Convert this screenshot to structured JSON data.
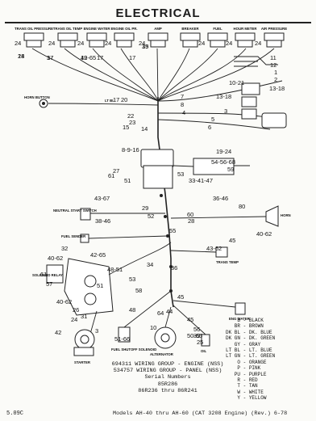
{
  "title": "ELECTRICAL",
  "gauges": [
    {
      "label": "TRANS OIL PRESSURE",
      "num": "24"
    },
    {
      "label": "TRANS OIL TEMP",
      "num": "24"
    },
    {
      "label": "ENGINE WATER",
      "num": "24"
    },
    {
      "label": "ENGINE OIL PR.",
      "num": "24"
    },
    {
      "label": "AMP",
      "num": "24"
    },
    {
      "label": "BREAKER",
      "num": ""
    },
    {
      "label": "FUEL",
      "num": "24"
    },
    {
      "label": "HOUR METER",
      "num": "24"
    },
    {
      "label": "AIR PRESSURE",
      "num": "24"
    }
  ],
  "component_labels": {
    "horn_button": "HORN BUTTON",
    "lt_bl": "LT BL",
    "neutral_start_switch": "NEUTRAL START SWITCH",
    "fuel_sender": "FUEL SENDER",
    "solenoid_relay": "SOLENOID RELAY",
    "horn": "HORN",
    "trans_temp": "TRANS TEMP",
    "eng_water": "ENG WATER",
    "starter": "STARTER",
    "fuel_shutoff_solenoid": "FUEL SHUTOFF SOLENOID",
    "alternator": "ALTERNATOR",
    "oil": "OIL"
  },
  "callouts": [
    "24",
    "17",
    "19",
    "19",
    "17",
    "17",
    "11",
    "12",
    "1",
    "2",
    "13-18",
    "10-21",
    "13-18",
    "3",
    "5",
    "6",
    "7",
    "8",
    "4",
    "22",
    "23",
    "15",
    "14",
    "17",
    "20",
    "8-9-16",
    "19-24",
    "54-56-68",
    "59",
    "27",
    "61",
    "51",
    "53",
    "33-41-47",
    "43-67",
    "38-46",
    "36-46",
    "29",
    "60",
    "52",
    "28",
    "80",
    "55",
    "40-62",
    "32",
    "43-62",
    "42-65",
    "40-62",
    "61",
    "53",
    "57",
    "51",
    "58",
    "48-51",
    "45",
    "34",
    "36",
    "40-62",
    "26",
    "31",
    "44",
    "48",
    "45",
    "56",
    "39",
    "25",
    "64",
    "42",
    "3",
    "24",
    "10",
    "51-66",
    "50-65",
    "45",
    "18",
    "37",
    "42-65",
    "35"
  ],
  "legend": [
    {
      "code": "B",
      "color": "BLACK"
    },
    {
      "code": "BR",
      "color": "BROWN"
    },
    {
      "code": "DK BL",
      "color": "DK. BLUE"
    },
    {
      "code": "DK GN",
      "color": "DK. GREEN"
    },
    {
      "code": "GY",
      "color": "GRAY"
    },
    {
      "code": "LT BL",
      "color": "LT. BLUE"
    },
    {
      "code": "LT GN",
      "color": "LT. GREEN"
    },
    {
      "code": "O",
      "color": "ORANGE"
    },
    {
      "code": "P",
      "color": "PINK"
    },
    {
      "code": "PU",
      "color": "PURPLE"
    },
    {
      "code": "R",
      "color": "RED"
    },
    {
      "code": "T",
      "color": "TAN"
    },
    {
      "code": "W",
      "color": "WHITE"
    },
    {
      "code": "Y",
      "color": "YELLOW"
    }
  ],
  "notes": [
    "694311 WIRING GROUP - ENGINE (NSS)",
    "534757 WIRING GROUP - PANEL (NSS)",
    "Serial Numbers",
    "85R286",
    "86R236  thru  86R241"
  ],
  "footer": {
    "page": "5.09C",
    "models": "Models AH-40 thru AH-60 (CAT 3208 Engine) (Rev.)  6-78"
  }
}
